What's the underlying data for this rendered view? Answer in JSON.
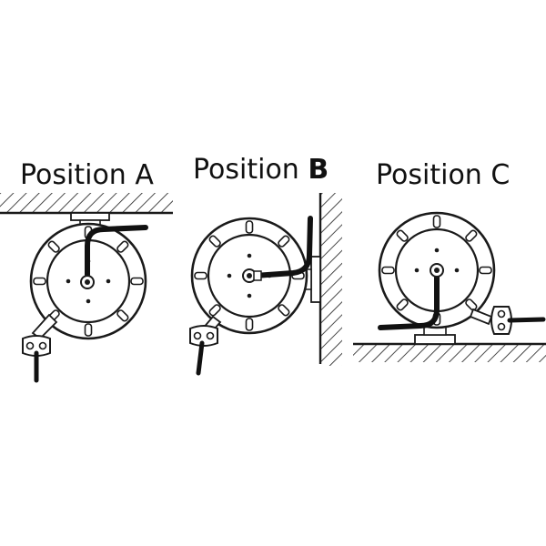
{
  "positions": [
    {
      "label": "Position ",
      "letter": "A",
      "mount": "ceiling"
    },
    {
      "label": "Position ",
      "letter": "B",
      "mount": "wall"
    },
    {
      "label": "Position ",
      "letter": "C",
      "mount": "floor"
    }
  ],
  "colors": {
    "line": "#1a1a1a",
    "background": "#ffffff",
    "hose": "#111111"
  }
}
